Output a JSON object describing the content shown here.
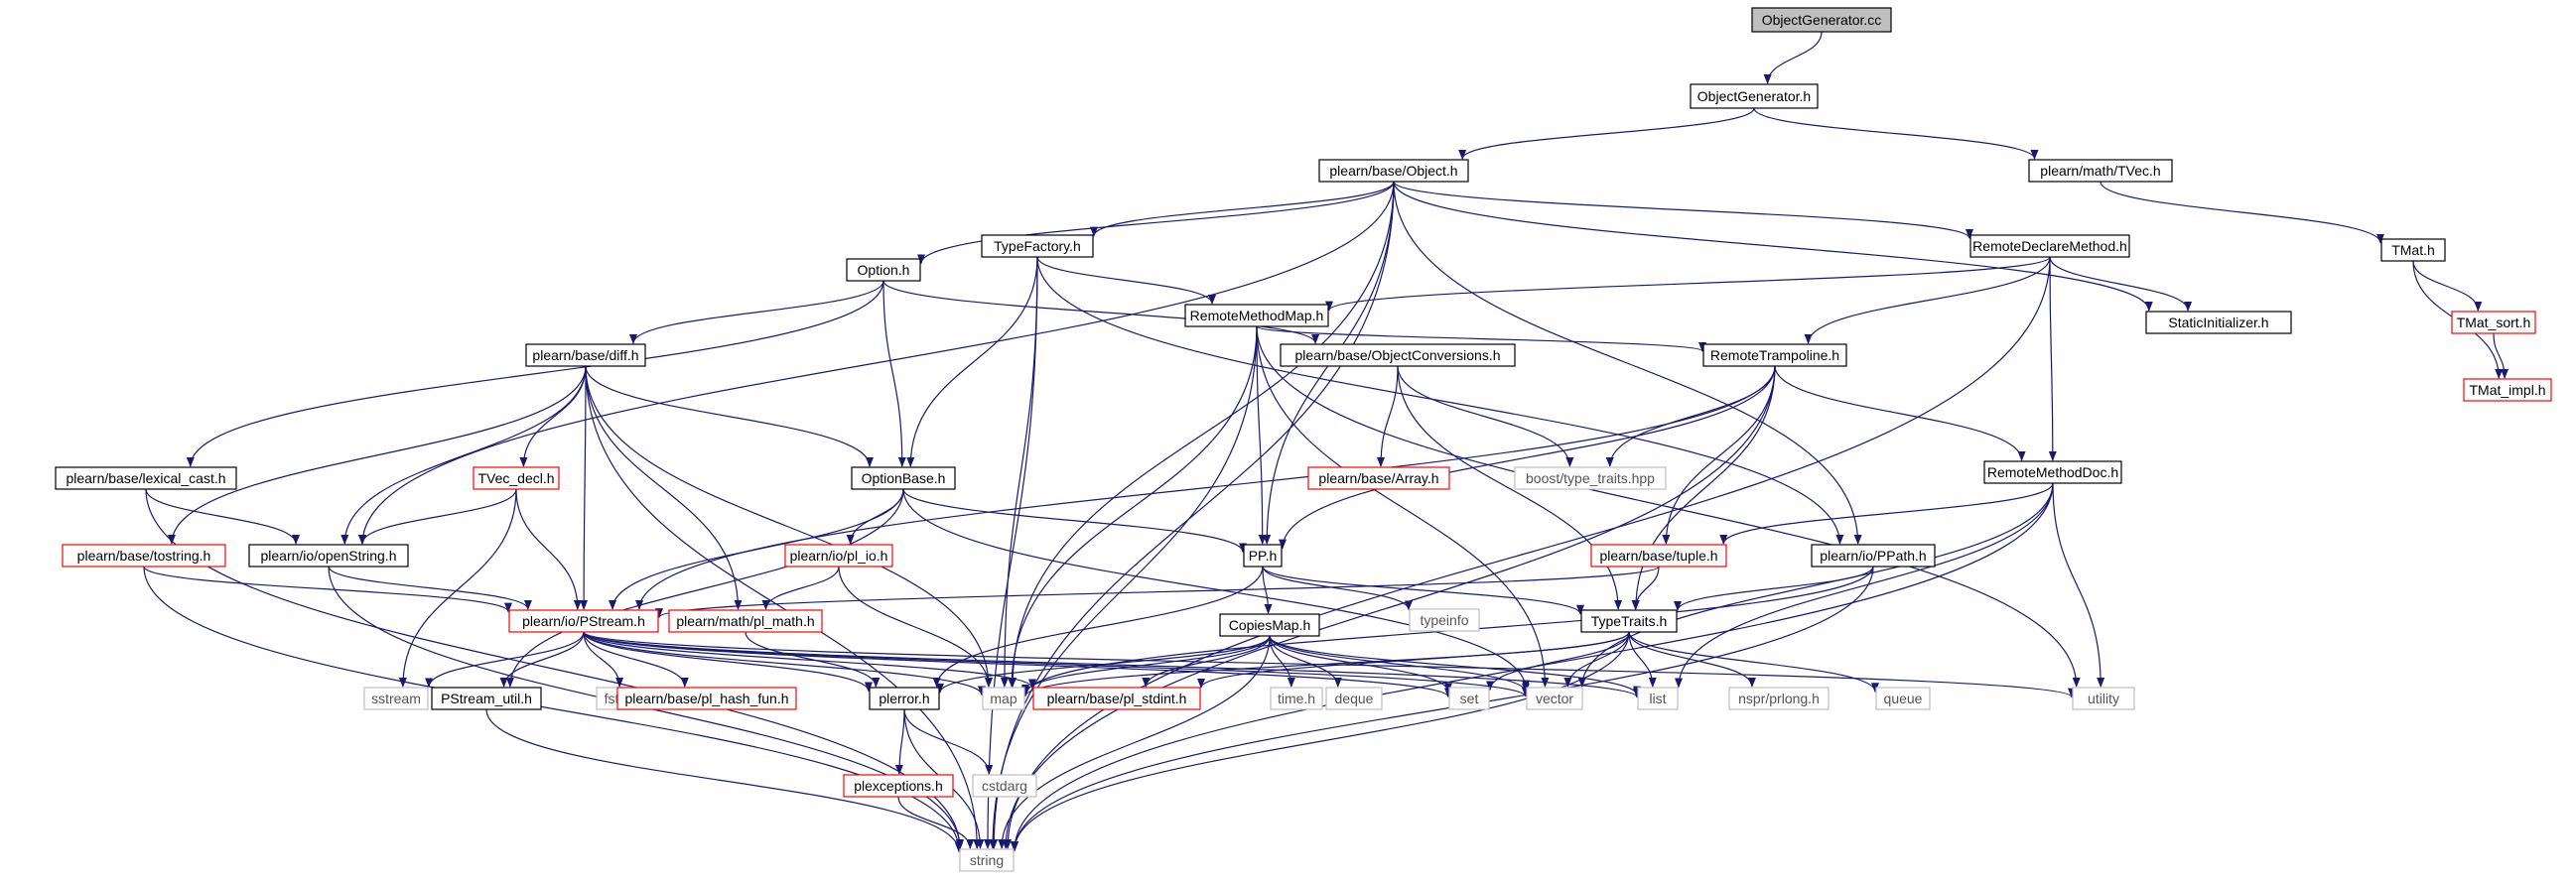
{
  "colors": {
    "edge": "#191970",
    "black_border": "#000000",
    "red_border": "#ff0000",
    "grey_border": "#bfbfbf",
    "root_fill": "#bfbfbf",
    "node_fill": "#ffffff"
  },
  "nodes": [
    {
      "id": "objgen_cc",
      "label": "ObjectGenerator.cc",
      "style": "root"
    },
    {
      "id": "objgen_h",
      "label": "ObjectGenerator.h",
      "style": "black"
    },
    {
      "id": "object_h",
      "label": "plearn/base/Object.h",
      "style": "black"
    },
    {
      "id": "tvec_h",
      "label": "plearn/math/TVec.h",
      "style": "black"
    },
    {
      "id": "tmat_h",
      "label": "TMat.h",
      "style": "black"
    },
    {
      "id": "typefactory_h",
      "label": "TypeFactory.h",
      "style": "black"
    },
    {
      "id": "remotedeclare_h",
      "label": "RemoteDeclareMethod.h",
      "style": "black"
    },
    {
      "id": "staticinit_h",
      "label": "StaticInitializer.h",
      "style": "black"
    },
    {
      "id": "tmat_sort_h",
      "label": "TMat_sort.h",
      "style": "red"
    },
    {
      "id": "tmat_impl_h",
      "label": "TMat_impl.h",
      "style": "red"
    },
    {
      "id": "option_h",
      "label": "Option.h",
      "style": "black"
    },
    {
      "id": "remotemethodmap_h",
      "label": "RemoteMethodMap.h",
      "style": "black"
    },
    {
      "id": "diff_h",
      "label": "plearn/base/diff.h",
      "style": "black"
    },
    {
      "id": "objconv_h",
      "label": "plearn/base/ObjectConversions.h",
      "style": "black"
    },
    {
      "id": "remotetramp_h",
      "label": "RemoteTrampoline.h",
      "style": "black"
    },
    {
      "id": "lexcast_h",
      "label": "plearn/base/lexical_cast.h",
      "style": "black"
    },
    {
      "id": "tvec_decl_h",
      "label": "TVec_decl.h",
      "style": "red"
    },
    {
      "id": "optionbase_h",
      "label": "OptionBase.h",
      "style": "black"
    },
    {
      "id": "array_h",
      "label": "plearn/base/Array.h",
      "style": "red"
    },
    {
      "id": "boost_tt",
      "label": "boost/type_traits.hpp",
      "style": "grey"
    },
    {
      "id": "remotemethoddoc_h",
      "label": "RemoteMethodDoc.h",
      "style": "black"
    },
    {
      "id": "tostring_h",
      "label": "plearn/base/tostring.h",
      "style": "red"
    },
    {
      "id": "openstring_h",
      "label": "plearn/io/openString.h",
      "style": "black"
    },
    {
      "id": "pl_io_h",
      "label": "plearn/io/pl_io.h",
      "style": "red"
    },
    {
      "id": "pp_h",
      "label": "PP.h",
      "style": "black"
    },
    {
      "id": "tuple_h",
      "label": "plearn/base/tuple.h",
      "style": "red"
    },
    {
      "id": "ppath_h",
      "label": "plearn/io/PPath.h",
      "style": "black"
    },
    {
      "id": "typeinfo",
      "label": "typeinfo",
      "style": "grey"
    },
    {
      "id": "pstream_h",
      "label": "plearn/io/PStream.h",
      "style": "red"
    },
    {
      "id": "pl_math_h",
      "label": "plearn/math/pl_math.h",
      "style": "red"
    },
    {
      "id": "copiesmap_h",
      "label": "CopiesMap.h",
      "style": "black"
    },
    {
      "id": "typetraits_h",
      "label": "TypeTraits.h",
      "style": "black"
    },
    {
      "id": "sstream",
      "label": "sstream",
      "style": "grey"
    },
    {
      "id": "pstream_util_h",
      "label": "PStream_util.h",
      "style": "black"
    },
    {
      "id": "fstream",
      "label": "fstream",
      "style": "grey"
    },
    {
      "id": "pl_hash_fun_h",
      "label": "plearn/base/pl_hash_fun.h",
      "style": "red"
    },
    {
      "id": "map",
      "label": "map",
      "style": "grey"
    },
    {
      "id": "plerror_h",
      "label": "plerror.h",
      "style": "black"
    },
    {
      "id": "pl_stdint_h",
      "label": "plearn/base/pl_stdint.h",
      "style": "red"
    },
    {
      "id": "time_h",
      "label": "time.h",
      "style": "grey"
    },
    {
      "id": "deque",
      "label": "deque",
      "style": "grey"
    },
    {
      "id": "set",
      "label": "set",
      "style": "grey"
    },
    {
      "id": "vector",
      "label": "vector",
      "style": "grey"
    },
    {
      "id": "list",
      "label": "list",
      "style": "grey"
    },
    {
      "id": "nspr_prlong",
      "label": "nspr/prlong.h",
      "style": "grey"
    },
    {
      "id": "queue",
      "label": "queue",
      "style": "grey"
    },
    {
      "id": "utility",
      "label": "utility",
      "style": "grey"
    },
    {
      "id": "plexceptions_h",
      "label": "plexceptions.h",
      "style": "red"
    },
    {
      "id": "cstdarg",
      "label": "cstdarg",
      "style": "grey"
    },
    {
      "id": "string",
      "label": "string",
      "style": "grey"
    }
  ],
  "edges": [
    [
      "objgen_cc",
      "objgen_h"
    ],
    [
      "objgen_h",
      "object_h"
    ],
    [
      "objgen_h",
      "tvec_h"
    ],
    [
      "tvec_h",
      "tmat_h"
    ],
    [
      "tmat_h",
      "tmat_sort_h"
    ],
    [
      "tmat_h",
      "tmat_impl_h"
    ],
    [
      "tmat_sort_h",
      "tmat_impl_h"
    ],
    [
      "object_h",
      "typefactory_h"
    ],
    [
      "object_h",
      "remotedeclare_h"
    ],
    [
      "object_h",
      "staticinit_h"
    ],
    [
      "object_h",
      "option_h"
    ],
    [
      "object_h",
      "openstring_h"
    ],
    [
      "object_h",
      "pp_h"
    ],
    [
      "object_h",
      "ppath_h"
    ],
    [
      "object_h",
      "map"
    ],
    [
      "object_h",
      "string"
    ],
    [
      "typefactory_h",
      "remotemethodmap_h"
    ],
    [
      "typefactory_h",
      "optionbase_h"
    ],
    [
      "typefactory_h",
      "ppath_h"
    ],
    [
      "typefactory_h",
      "map"
    ],
    [
      "typefactory_h",
      "string"
    ],
    [
      "remotedeclare_h",
      "remotemethodmap_h"
    ],
    [
      "remotedeclare_h",
      "remotetramp_h"
    ],
    [
      "remotedeclare_h",
      "remotemethoddoc_h"
    ],
    [
      "remotedeclare_h",
      "staticinit_h"
    ],
    [
      "remotedeclare_h",
      "string"
    ],
    [
      "option_h",
      "diff_h"
    ],
    [
      "option_h",
      "lexcast_h"
    ],
    [
      "option_h",
      "objconv_h"
    ],
    [
      "option_h",
      "optionbase_h"
    ],
    [
      "remotemethodmap_h",
      "remotetramp_h"
    ],
    [
      "remotemethodmap_h",
      "pp_h"
    ],
    [
      "remotemethodmap_h",
      "map"
    ],
    [
      "remotemethodmap_h",
      "string"
    ],
    [
      "remotemethodmap_h",
      "vector"
    ],
    [
      "remotemethodmap_h",
      "utility"
    ],
    [
      "diff_h",
      "optionbase_h"
    ],
    [
      "diff_h",
      "tvec_decl_h"
    ],
    [
      "diff_h",
      "tostring_h"
    ],
    [
      "diff_h",
      "openstring_h"
    ],
    [
      "diff_h",
      "pstream_h"
    ],
    [
      "diff_h",
      "pl_math_h"
    ],
    [
      "diff_h",
      "map"
    ],
    [
      "diff_h",
      "string"
    ],
    [
      "objconv_h",
      "array_h"
    ],
    [
      "objconv_h",
      "boost_tt"
    ],
    [
      "objconv_h",
      "typetraits_h"
    ],
    [
      "remotetramp_h",
      "boost_tt"
    ],
    [
      "remotetramp_h",
      "remotemethoddoc_h"
    ],
    [
      "remotetramp_h",
      "tuple_h"
    ],
    [
      "remotetramp_h",
      "pp_h"
    ],
    [
      "remotetramp_h",
      "pstream_h"
    ],
    [
      "remotetramp_h",
      "typetraits_h"
    ],
    [
      "remotetramp_h",
      "string"
    ],
    [
      "lexcast_h",
      "openstring_h"
    ],
    [
      "lexcast_h",
      "string"
    ],
    [
      "tvec_decl_h",
      "openstring_h"
    ],
    [
      "tvec_decl_h",
      "pstream_h"
    ],
    [
      "tvec_decl_h",
      "sstream"
    ],
    [
      "optionbase_h",
      "pl_io_h"
    ],
    [
      "optionbase_h",
      "pp_h"
    ],
    [
      "optionbase_h",
      "pstream_h"
    ],
    [
      "optionbase_h",
      "pstream_util_h"
    ],
    [
      "optionbase_h",
      "vector"
    ],
    [
      "remotemethoddoc_h",
      "tuple_h"
    ],
    [
      "remotemethoddoc_h",
      "vector"
    ],
    [
      "remotemethoddoc_h",
      "list"
    ],
    [
      "remotemethoddoc_h",
      "utility"
    ],
    [
      "remotemethoddoc_h",
      "string"
    ],
    [
      "tostring_h",
      "pstream_h"
    ],
    [
      "tostring_h",
      "string"
    ],
    [
      "openstring_h",
      "pstream_h"
    ],
    [
      "openstring_h",
      "string"
    ],
    [
      "pl_io_h",
      "pl_math_h"
    ],
    [
      "pl_io_h",
      "map"
    ],
    [
      "pp_h",
      "copiesmap_h"
    ],
    [
      "pp_h",
      "typeinfo"
    ],
    [
      "pp_h",
      "typetraits_h"
    ],
    [
      "pp_h",
      "plerror_h"
    ],
    [
      "tuple_h",
      "typetraits_h"
    ],
    [
      "tuple_h",
      "pstream_h"
    ],
    [
      "ppath_h",
      "typetraits_h"
    ],
    [
      "ppath_h",
      "map"
    ],
    [
      "ppath_h",
      "string"
    ],
    [
      "pstream_h",
      "sstream"
    ],
    [
      "pstream_h",
      "pstream_util_h"
    ],
    [
      "pstream_h",
      "fstream"
    ],
    [
      "pstream_h",
      "pl_hash_fun_h"
    ],
    [
      "pstream_h",
      "map"
    ],
    [
      "pstream_h",
      "plerror_h"
    ],
    [
      "pstream_h",
      "pl_stdint_h"
    ],
    [
      "pstream_h",
      "set"
    ],
    [
      "pstream_h",
      "vector"
    ],
    [
      "pstream_h",
      "list"
    ],
    [
      "pstream_h",
      "utility"
    ],
    [
      "pl_math_h",
      "plerror_h"
    ],
    [
      "copiesmap_h",
      "map"
    ],
    [
      "copiesmap_h",
      "plerror_h"
    ],
    [
      "copiesmap_h",
      "time_h"
    ],
    [
      "copiesmap_h",
      "deque"
    ],
    [
      "copiesmap_h",
      "set"
    ],
    [
      "copiesmap_h",
      "vector"
    ],
    [
      "copiesmap_h",
      "list"
    ],
    [
      "copiesmap_h",
      "string"
    ],
    [
      "copiesmap_h",
      "pl_stdint_h"
    ],
    [
      "typetraits_h",
      "map"
    ],
    [
      "typetraits_h",
      "set"
    ],
    [
      "typetraits_h",
      "vector"
    ],
    [
      "typetraits_h",
      "list"
    ],
    [
      "typetraits_h",
      "nspr_prlong"
    ],
    [
      "typetraits_h",
      "queue"
    ],
    [
      "typetraits_h",
      "pl_stdint_h"
    ],
    [
      "typetraits_h",
      "string"
    ],
    [
      "pstream_util_h",
      "string"
    ],
    [
      "plerror_h",
      "plexceptions_h"
    ],
    [
      "plerror_h",
      "cstdarg"
    ],
    [
      "plerror_h",
      "string"
    ],
    [
      "plexceptions_h",
      "string"
    ]
  ]
}
